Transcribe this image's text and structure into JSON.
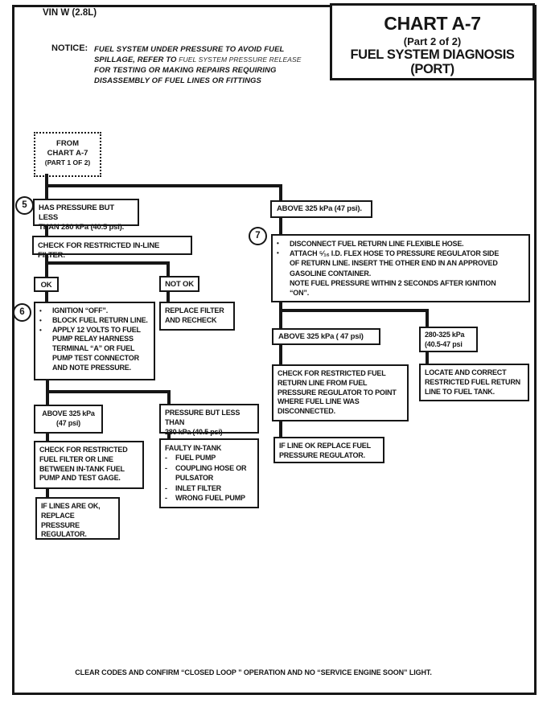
{
  "icons": {
    "bullet": "•",
    "dash": "-"
  },
  "page": {
    "vin": "VIN W (2.8L)",
    "footer": "CLEAR CODES AND CONFIRM “CLOSED LOOP ” OPERATION AND NO “SERVICE ENGINE SOON” LIGHT."
  },
  "notice": {
    "label": "NOTICE:",
    "line1": "FUEL SYSTEM UNDER PRESSURE TO AVOID FUEL",
    "line2_prefix": "SPILLAGE, REFER TO ",
    "line2_ref": "FUEL SYSTEM PRESSURE RELEASE",
    "line3": "FOR TESTING OR MAKING REPAIRS REQUIRING",
    "line4": "DISASSEMBLY OF FUEL LINES OR FITTINGS"
  },
  "title_box": {
    "title": "CHART A-7",
    "part": "(Part 2 of 2)",
    "subtitle1": "FUEL SYSTEM DIAGNOSIS",
    "subtitle2": "(PORT)"
  },
  "from_box": {
    "line1": "FROM",
    "line2": "CHART A-7",
    "line3": "(PART 1 OF 2)"
  },
  "badges": {
    "step5": "5",
    "step6": "6",
    "step7": "7"
  },
  "nodes": {
    "has_pressure": "HAS PRESSURE BUT LESS\nTHAN 280 kPa (40.5 psi).",
    "above_325_right": "ABOVE 325 kPa (47 psi).",
    "check_inline_filter": "CHECK FOR RESTRICTED IN-LINE FILTER.",
    "ok": "OK",
    "not_ok": "NOT OK",
    "step6_items": [
      "IGNITION “OFF”.",
      "BLOCK FUEL RETURN LINE.",
      "APPLY 12 VOLTS TO FUEL\nPUMP RELAY HARNESS\nTERMINAL “A” OR FUEL\nPUMP TEST CONNECTOR\nAND NOTE PRESSURE."
    ],
    "replace_filter": "REPLACE FILTER\nAND RECHECK",
    "above_325_left": "ABOVE 325 kPa\n(47 psi)",
    "pressure_less": "PRESSURE BUT LESS THAN\n280 kPa (40.5 psi)",
    "check_fuel_filter": "CHECK FOR RESTRICTED\nFUEL FILTER OR LINE\nBETWEEN IN-TANK FUEL\nPUMP AND TEST GAGE.",
    "if_lines_ok": "IF LINES ARE OK,\nREPLACE PRESSURE\nREGULATOR.",
    "faulty_header": "FAULTY IN-TANK",
    "faulty_items": [
      "FUEL PUMP",
      "COUPLING HOSE OR\nPULSATOR",
      "INLET FILTER",
      "WRONG FUEL PUMP"
    ],
    "step7_items": [
      "DISCONNECT FUEL RETURN LINE FLEXIBLE HOSE.",
      "ATTACH ⁵⁄₁₆ I.D. FLEX HOSE TO PRESSURE REGULATOR SIDE\nOF RETURN LINE. INSERT THE OTHER END IN AN APPROVED\nGASOLINE CONTAINER.\nNOTE FUEL PRESSURE WITHIN 2 SECONDS AFTER IGNITION\n“ON”."
    ],
    "above_325_2": "ABOVE 325 kPa ( 47 psi)",
    "kpa_range": "280-325 kPa\n(40.5-47 psi",
    "check_return": "CHECK FOR RESTRICTED FUEL\nRETURN LINE FROM FUEL\nPRESSURE REGULATOR TO POINT\nWHERE FUEL LINE WAS\nDISCONNECTED.",
    "locate_correct": "LOCATE AND CORRECT\nRESTRICTED FUEL RETURN\nLINE TO FUEL TANK.",
    "if_line_ok": "IF LINE OK REPLACE FUEL\nPRESSURE REGULATOR."
  }
}
